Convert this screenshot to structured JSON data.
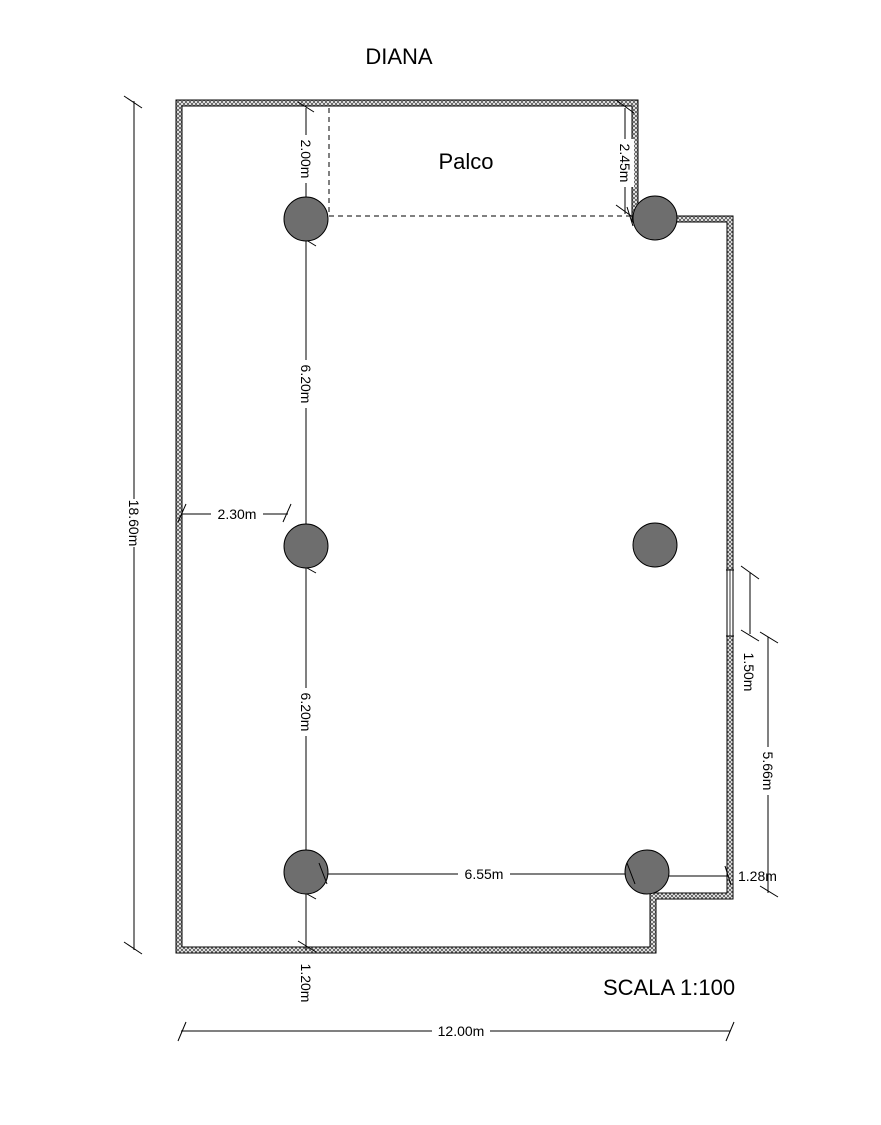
{
  "title": "DIANA",
  "stage_label": "Palco",
  "scale_label": "SCALA 1:100",
  "dimensions": {
    "total_height": "18.60m",
    "total_width": "12.00m",
    "stage_depth": "2.00m",
    "stage_right_depth": "2.45m",
    "column_spacing_upper": "6.20m",
    "column_spacing_lower": "6.20m",
    "wall_to_column": "2.30m",
    "column_span_bottom": "6.55m",
    "column_to_bottom_wall": "1.20m",
    "door_width": "1.50m",
    "right_wall_segment": "5.66m",
    "step_offset": "1.28m"
  },
  "colors": {
    "line": "#000000",
    "column_fill": "#6e6e6e",
    "wall_hatch": "#555555"
  }
}
